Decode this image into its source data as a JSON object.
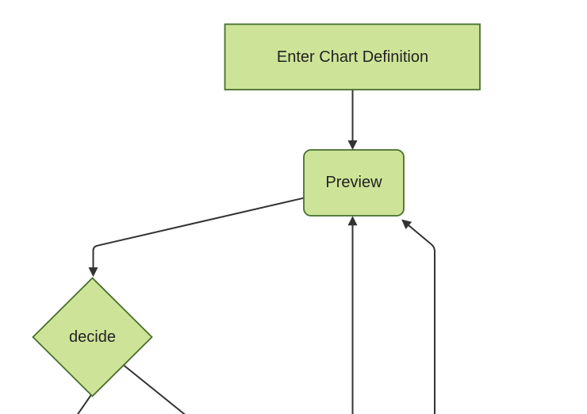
{
  "diagram": {
    "type": "flowchart",
    "direction": "top-down",
    "theme": {
      "background": "#ffffff",
      "node_fill": "#cde498",
      "node_border": "#46702c",
      "edge_color": "#333333",
      "arrowhead_color": "#333333",
      "text_color": "#222222"
    },
    "nodes": [
      {
        "id": "A",
        "label": "Enter Chart Definition",
        "shape": "rectangle"
      },
      {
        "id": "B",
        "label": "Preview",
        "shape": "rounded-rectangle"
      },
      {
        "id": "C",
        "label": "decide",
        "shape": "diamond"
      }
    ],
    "edges": [
      {
        "from": "A",
        "to": "B",
        "arrow": true
      },
      {
        "from": "B",
        "to": "C",
        "arrow": true
      },
      {
        "from": "C",
        "to": "(offscreen bottom-left)",
        "arrow": false
      },
      {
        "from": "C",
        "to": "(offscreen bottom-right)",
        "arrow": false
      },
      {
        "from": "(offscreen bottom)",
        "to": "B",
        "arrow": true
      },
      {
        "from": "(offscreen bottom)",
        "to": "B",
        "arrow": true
      }
    ]
  }
}
